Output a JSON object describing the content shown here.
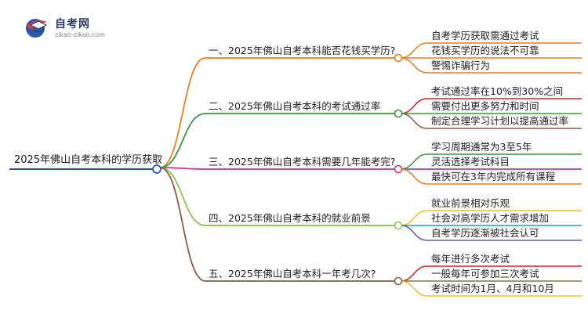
{
  "logo": {
    "title": "自考网",
    "url": "zikao-zikao.com"
  },
  "mindmap": {
    "root": "2025年佛山自考本科的学历获取",
    "branches": [
      {
        "label": "一、2025年佛山自考本科能否花钱买学历?",
        "color": "#f07c1c",
        "children": [
          "自考学历获取需通过考试",
          "花钱买学历的说法不可靠",
          "警惕诈骗行为"
        ]
      },
      {
        "label": "二、2025年佛山自考本科的考试通过率",
        "color": "#2e9a3c",
        "children": [
          "考试通过率在10%到30%之间",
          "需要付出更多努力和时间",
          "制定合理学习计划以提高通过率"
        ],
        "childColors": [
          "#d6202a",
          "#3f9a2e",
          "#8a5a44"
        ]
      },
      {
        "label": "三、2025年佛山自考本科需要几年能考完?",
        "color": "#d6337c",
        "children": [
          "学习周期通常为3至5年",
          "灵活选择考试科目",
          "最快可在3年内完成所有课程"
        ],
        "childColors": [
          "#2e9a3c",
          "#9c27b0",
          "#f07c1c"
        ]
      },
      {
        "label": "四、2025年佛山自考本科的就业前景",
        "color": "#8bc34a",
        "children": [
          "就业前景相对乐观",
          "社会对高学历人才需求增加",
          "自考学历逐渐被社会认可"
        ],
        "childColors": [
          "#f0c020",
          "#1fa2c0",
          "#6a4fb3"
        ]
      },
      {
        "label": "五、2025年佛山自考本科一年考几次?",
        "color": "#8a5a44",
        "children": [
          "每年进行多次考试",
          "一般每年可参加三次考试",
          "考试时间为1月、4月和10月"
        ],
        "childColors": [
          "#d6202a",
          "#6b8e23",
          "#f0c020"
        ]
      }
    ]
  }
}
